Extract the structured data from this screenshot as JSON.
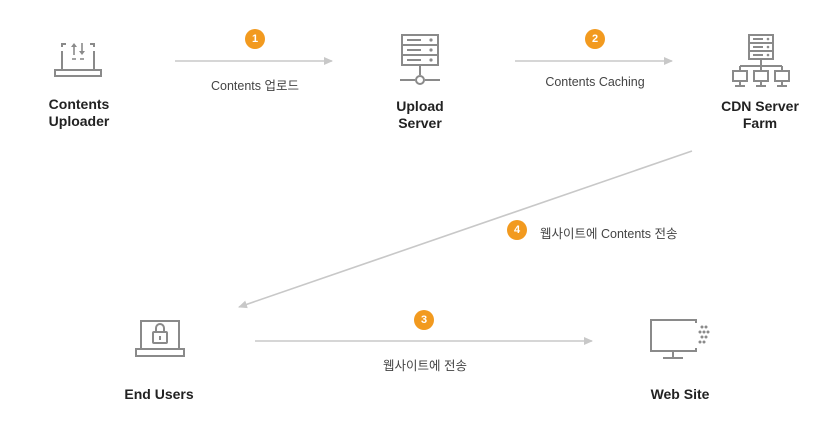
{
  "colors": {
    "icon": "#8a8a8a",
    "arrow": "#c8c8c8",
    "badge": "#f29a1f",
    "node_text": "#222222",
    "edge_text": "#444444"
  },
  "nodes": {
    "uploader": {
      "line1": "Contents",
      "line2": "Uploader",
      "icon": "laptop-upload-icon"
    },
    "upload_server": {
      "line1": "Upload",
      "line2": "Server",
      "icon": "server-icon"
    },
    "cdn": {
      "line1": "CDN Server",
      "line2": "Farm",
      "icon": "server-network-icon"
    },
    "end_users": {
      "line1": "End Users",
      "icon": "laptop-lock-icon"
    },
    "web_site": {
      "line1": "Web Site",
      "icon": "monitor-icon"
    }
  },
  "edges": [
    {
      "step": "1",
      "label": "Contents 업로드"
    },
    {
      "step": "2",
      "label": "Contents Caching"
    },
    {
      "step": "4",
      "label": "웹사이트에 Contents 전송"
    },
    {
      "step": "3",
      "label": "웹사이트에 전송"
    }
  ]
}
